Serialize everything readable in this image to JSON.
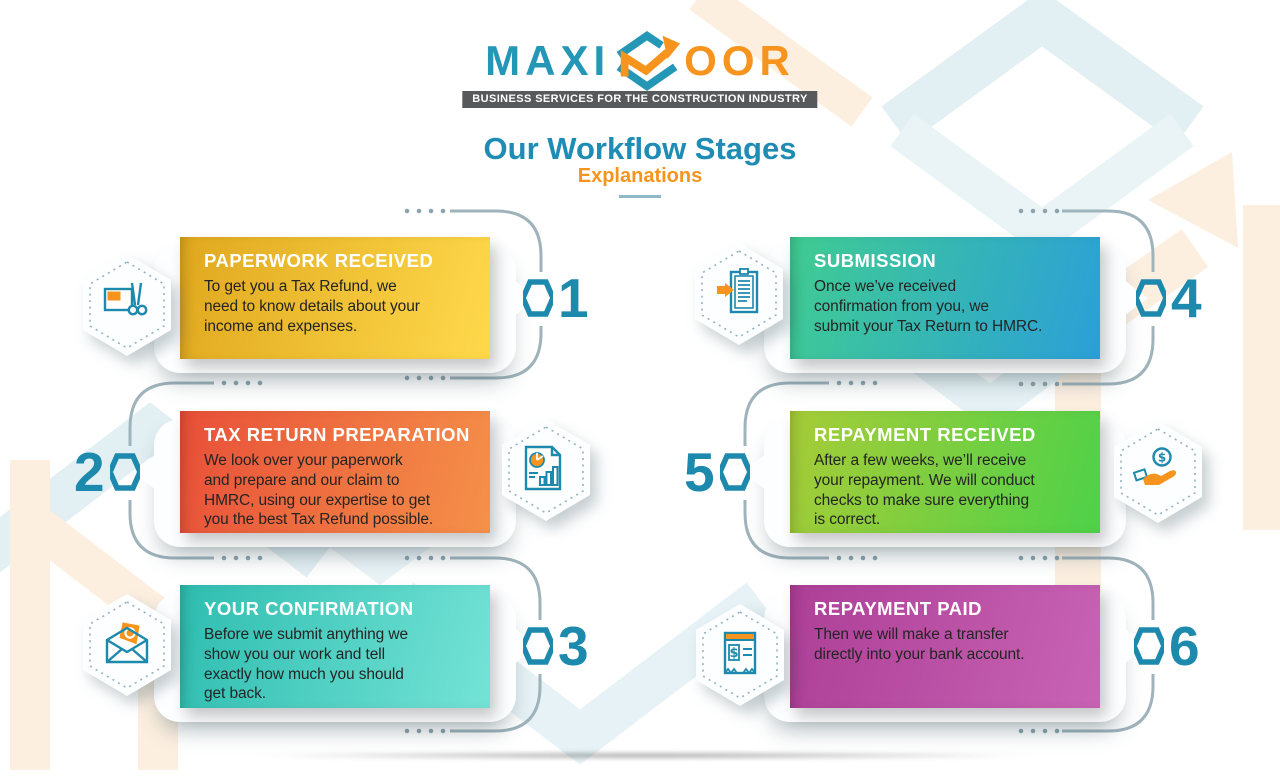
{
  "header": {
    "logo_part1": "MAXI",
    "logo_part2": "OOR",
    "logo_icon": "cube-arrow-icon",
    "tagline": "BUSINESS SERVICES FOR THE CONSTRUCTION INDUSTRY",
    "title": "Our Workflow Stages",
    "subtitle": "Explanations"
  },
  "colors": {
    "brand_teal": "#2496b6",
    "brand_orange": "#f7941d",
    "number_teal": "#1d89ac",
    "connector_gray": "#9fb3bb",
    "tagline_bg": "#58595b"
  },
  "stages": [
    {
      "number": "1",
      "title": "PAPERWORK RECEIVED",
      "description": "To get you a Tax Refund, we\nneed to know details about your\nincome and expenses.",
      "icon": "document-scissors-icon",
      "gradient_start": "#e0a81e",
      "gradient_end": "#ffd94b"
    },
    {
      "number": "2",
      "title": "TAX RETURN PREPARATION",
      "description": "We look over your paperwork\nand prepare and our claim to\nHMRC, using our expertise to get\nyou the best Tax Refund possible.",
      "icon": "tax-report-chart-icon",
      "gradient_start": "#e84f38",
      "gradient_end": "#f59149"
    },
    {
      "number": "3",
      "title": "YOUR CONFIRMATION",
      "description": "Before we submit anything we\nshow you our work and tell\nexactly how much you should\nget back.",
      "icon": "envelope-letter-icon",
      "gradient_start": "#2ebdb0",
      "gradient_end": "#74e3d6"
    },
    {
      "number": "4",
      "title": "SUBMISSION",
      "description": "Once we’ve received\nconfirmation from you, we\nsubmit your Tax Return to HMRC.",
      "icon": "hand-form-icon",
      "gradient_start": "#40cc92",
      "gradient_end": "#2b9fd8"
    },
    {
      "number": "5",
      "title": "REPAYMENT RECEIVED",
      "description": "After a few weeks, we’ll receive\nyour repayment. We will conduct\nchecks to make sure everything\nis correct.",
      "icon": "hand-coin-icon",
      "gradient_start": "#a7cc37",
      "gradient_end": "#4ed149"
    },
    {
      "number": "6",
      "title": "REPAYMENT PAID",
      "description": "Then we will make a transfer\ndirectly into your bank account.",
      "icon": "bank-receipt-icon",
      "gradient_start": "#ad3f97",
      "gradient_end": "#c863b4"
    }
  ]
}
